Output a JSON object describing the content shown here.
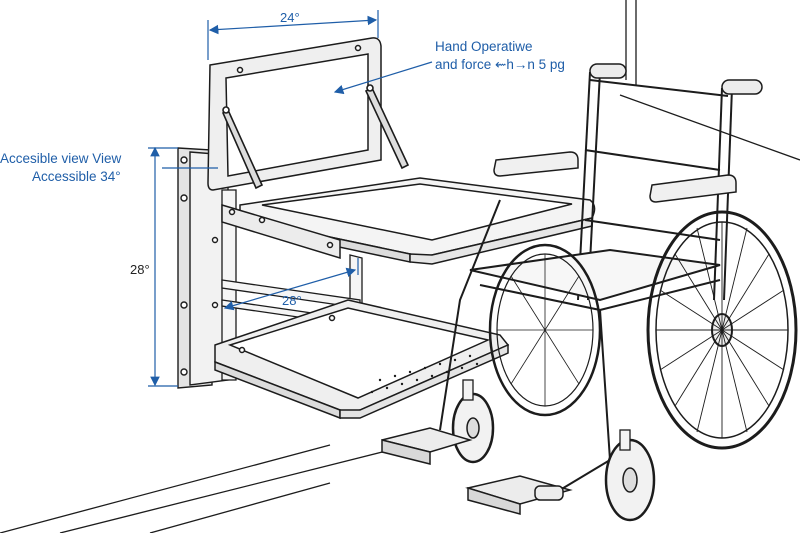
{
  "annotations": {
    "top_width": "24°",
    "hand_line1": "Hand Operatiwe",
    "hand_line2": "and force ⇜h→n 5 pg",
    "view_line1": "Accesible view View",
    "view_line2": "Accessible 34°",
    "height": "28°",
    "depth": "28°"
  },
  "colors": {
    "dimension": "#1f5ea8",
    "line": "#1c1c1c",
    "panel_fill": "#e9e9e9"
  }
}
